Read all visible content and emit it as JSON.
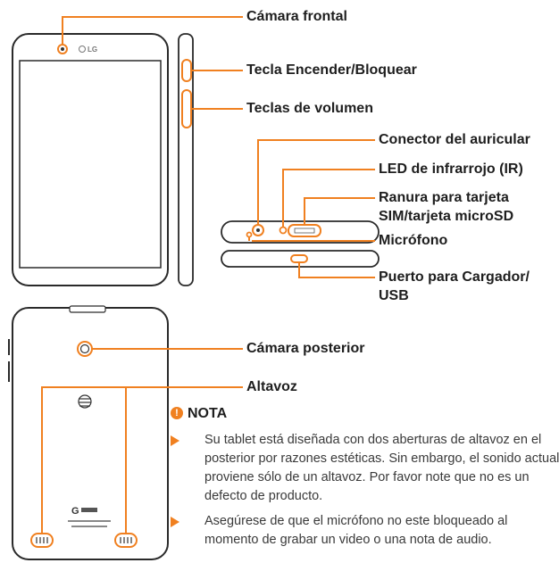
{
  "labels": {
    "front_camera": "Cámara frontal",
    "power_key": "Tecla Encender/Bloquear",
    "volume_keys": "Teclas de volumen",
    "headset_jack": "Conector del auricular",
    "ir_led": "LED de infrarrojo (IR)",
    "sim_slot": "Ranura para tarjeta SIM/tarjeta microSD",
    "microphone": "Micrófono",
    "charger_port": "Puerto para Cargador/ USB",
    "rear_camera": "Cámara posterior",
    "speaker": "Altavoz"
  },
  "device_text": {
    "front_logo": "LG"
  },
  "note": {
    "icon": "info-icon",
    "title": "NOTA",
    "items": [
      "Su tablet está diseñada con dos aberturas de altavoz en el posterior por razones estéticas. Sin embargo, el sonido actual proviene sólo de un altavoz. Por favor note que no es un defecto de producto.",
      "Asegúrese de que el micrófono no este bloqueado al momento de grabar un video o una nota de audio."
    ]
  },
  "colors": {
    "accent": "#f08020",
    "text": "#1e1e1e",
    "body_text": "#3a3a3a",
    "device_outline": "#2a2a2a"
  }
}
